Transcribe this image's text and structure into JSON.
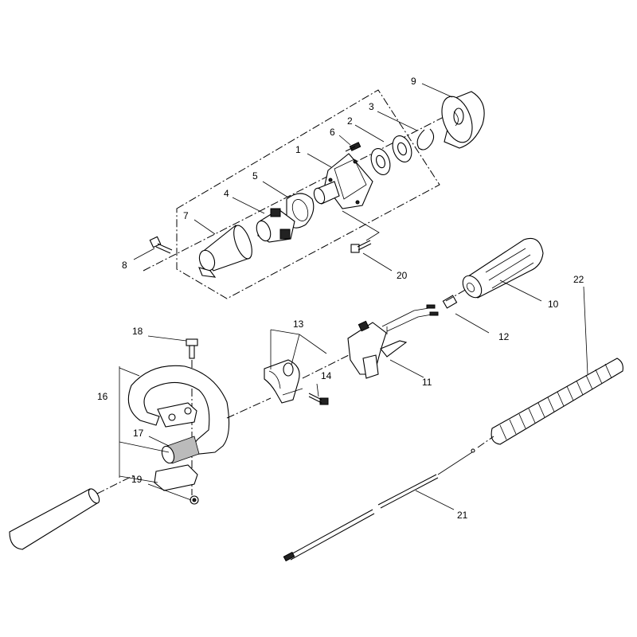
{
  "callouts": [
    {
      "id": "p1",
      "text": "1"
    },
    {
      "id": "p2",
      "text": "2"
    },
    {
      "id": "p3",
      "text": "3"
    },
    {
      "id": "p4",
      "text": "4"
    },
    {
      "id": "p5",
      "text": "5"
    },
    {
      "id": "p6",
      "text": "6"
    },
    {
      "id": "p7",
      "text": "7"
    },
    {
      "id": "p8",
      "text": "8"
    },
    {
      "id": "p9",
      "text": "9"
    },
    {
      "id": "p10",
      "text": "10"
    },
    {
      "id": "p11",
      "text": "11"
    },
    {
      "id": "p12",
      "text": "12"
    },
    {
      "id": "p13",
      "text": "13"
    },
    {
      "id": "p14",
      "text": "14"
    },
    {
      "id": "p16",
      "text": "16"
    },
    {
      "id": "p17",
      "text": "17"
    },
    {
      "id": "p18",
      "text": "18"
    },
    {
      "id": "p19",
      "text": "19"
    },
    {
      "id": "p20",
      "text": "20"
    },
    {
      "id": "p21",
      "text": "21"
    },
    {
      "id": "p22",
      "text": "22"
    }
  ]
}
